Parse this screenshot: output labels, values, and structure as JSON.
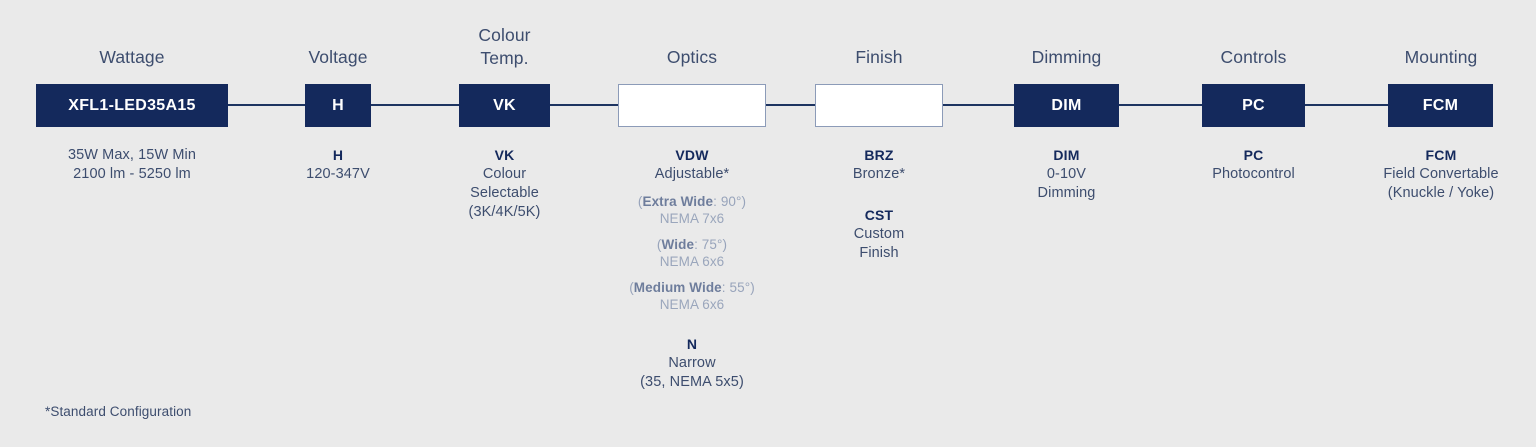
{
  "colors": {
    "background": "#eaeaea",
    "navy": "#14295c",
    "header_text": "#3d4d6e",
    "rail": "#1d3461",
    "empty_box_border": "#8c9bb8",
    "sub_muted": "#98a4bb",
    "sub_bold": "#6e7d9c"
  },
  "footnote": "*Standard Configuration",
  "columns": [
    {
      "header": "Wattage",
      "box": {
        "label": "XFL1-LED35A15",
        "style": "filled"
      },
      "options": [
        {
          "code": "",
          "desc": "35W Max, 15W Min\n2100 lm  - 5250 lm"
        }
      ]
    },
    {
      "header": "Voltage",
      "box": {
        "label": "H",
        "style": "filled"
      },
      "options": [
        {
          "code": "H",
          "desc": "120-347V"
        }
      ]
    },
    {
      "header": "Colour\nTemp.",
      "box": {
        "label": "VK",
        "style": "filled"
      },
      "options": [
        {
          "code": "VK",
          "desc": "Colour\nSelectable\n(3K/4K/5K)"
        }
      ]
    },
    {
      "header": "Optics",
      "box": {
        "label": "",
        "style": "empty"
      },
      "options": [
        {
          "code": "VDW",
          "desc": "Adjustable*",
          "subs": [
            {
              "open": "(",
              "name": "Extra Wide",
              "value": ": 90°)",
              "nema": "NEMA 7x6"
            },
            {
              "open": "(",
              "name": "Wide",
              "value": ": 75°)",
              "nema": "NEMA 6x6"
            },
            {
              "open": "(",
              "name": "Medium Wide",
              "value": ": 55°)",
              "nema": "NEMA 6x6"
            }
          ]
        },
        {
          "code": "N",
          "desc": "Narrow\n(35, NEMA 5x5)"
        }
      ]
    },
    {
      "header": "Finish",
      "box": {
        "label": "",
        "style": "empty"
      },
      "options": [
        {
          "code": "BRZ",
          "desc": "Bronze*"
        },
        {
          "code": "CST",
          "desc": "Custom\nFinish"
        }
      ]
    },
    {
      "header": "Dimming",
      "box": {
        "label": "DIM",
        "style": "filled"
      },
      "options": [
        {
          "code": "DIM",
          "desc": "0-10V\nDimming"
        }
      ]
    },
    {
      "header": "Controls",
      "box": {
        "label": "PC",
        "style": "filled"
      },
      "options": [
        {
          "code": "PC",
          "desc": "Photocontrol"
        }
      ]
    },
    {
      "header": "Mounting",
      "box": {
        "label": "FCM",
        "style": "filled"
      },
      "options": [
        {
          "code": "FCM",
          "desc": "Field Convertable\n(Knuckle / Yoke)"
        }
      ]
    }
  ]
}
